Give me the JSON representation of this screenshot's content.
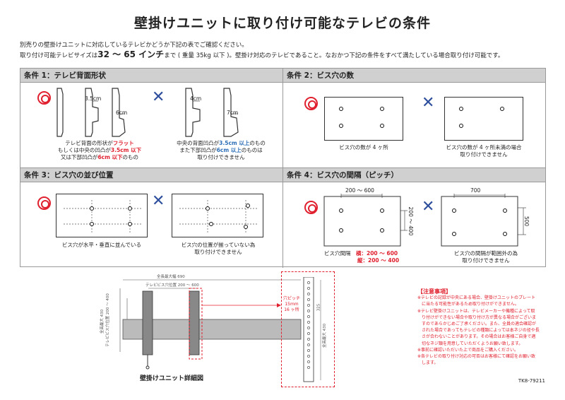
{
  "title": "壁掛けユニットに取り付け可能なテレビの条件",
  "intro": {
    "line1": "別売りの壁掛けユニットに対応しているテレビかどうか下記の表でご確認ください。",
    "line2_a": "取り付け可能テレビサイズは",
    "line2_size": "32 〜 65 インチ",
    "line2_b": "まで ( 重量 35kg 以下 )。壁掛け対応のテレビであること。なおかつ下記の条件をすべて満たしている場合取り付け可能です。"
  },
  "conditions": {
    "c1": {
      "header": "条件 1：テレビ背面形状",
      "ok_dim1": "3.5cm",
      "ok_dim2": "6cm",
      "ng_dim1": "4cm",
      "ng_dim2": "7cm",
      "ok_caption_1a": "テレビ背面の形状が",
      "ok_caption_1b": "フラット",
      "ok_caption_2a": "もしくは中央の凹凸が",
      "ok_caption_2b": "3.5cm 以下",
      "ok_caption_3a": "又は下部凹凸が",
      "ok_caption_3b": "6cm 以下",
      "ok_caption_3c": "のもの",
      "ng_caption_1a": "中央の背面凹凸が",
      "ng_caption_1b": "3.5cm 以上",
      "ng_caption_1c": "のもの",
      "ng_caption_2a": "また下部凹凸が",
      "ng_caption_2b": "6cm 以上",
      "ng_caption_2c": "のものは",
      "ng_caption_3": "取り付けできません"
    },
    "c2": {
      "header": "条件 2：ビス穴の数",
      "ok_caption": "ビス穴の数が 4 ヶ所",
      "ng_caption_1": "ビス穴の数が 4 ヶ所未満の場合",
      "ng_caption_2": "取り付けできません"
    },
    "c3": {
      "header": "条件 3：ビス穴の並び位置",
      "ok_caption": "ビス穴が水平・垂直に並んでいる",
      "ng_caption_1": "ビス穴の位置が揃っていない為",
      "ng_caption_2": "取り付けできません"
    },
    "c4": {
      "header": "条件 4：ビス穴の間隔（ピッチ）",
      "ok_width": "200 〜 600",
      "ok_height": "200 〜 400",
      "ok_caption_label": "ビス穴間隔",
      "ok_caption_h": "横：200 〜 600",
      "ok_caption_v": "縦：200 〜 400",
      "ng_width": "700",
      "ng_height": "500",
      "ng_caption_1": "ビス穴の間隔が範囲外の為",
      "ng_caption_2": "取り付けできません"
    }
  },
  "diagram": {
    "total_width": "全長最大幅 690",
    "pitch_h": "テレビビス穴位置 200 〜 600",
    "total_height": "全高最大 430",
    "pitch_v": "テレビビス穴位置 200 〜 400",
    "hole_pitch_1": "穴ピッチ",
    "hole_pitch_2": "15mm",
    "hole_pitch_3": "16 ヶ所",
    "dim_325": "325",
    "dim_430": "全高最大 430",
    "caption": "壁掛けユニット詳細図"
  },
  "notes": {
    "title": "【注意事項】",
    "items": [
      "※テレビの記録が中央にある場合、壁掛けユニットのプレート",
      "　に当たる可能性があるため取り付けができません。",
      "※テレビ壁掛けユニットは、テレビメーカーや機種によって取",
      "　り付けができない場合や取り付け方が異なる場合がございま",
      "　すのであらかじめご了承ください。また、全員の適合確認が",
      "　された場合であってもテレビの種類によっては本ネジの径や長",
      "　さが合わないことがあります。その場合はお客様ご自身で適",
      "　切なネジ類を用意していただくようお願い致します。",
      "※事前に確認いただいた上で商品をご購入ください。",
      "※各テレビの取り付け対応の可否はお客様にて確認をお願い致",
      "　します。"
    ]
  },
  "code": "TK8-79211",
  "colors": {
    "accent_red": "#e0202e",
    "accent_blue": "#2d4e9c",
    "header_gray": "#d0d0d0"
  }
}
